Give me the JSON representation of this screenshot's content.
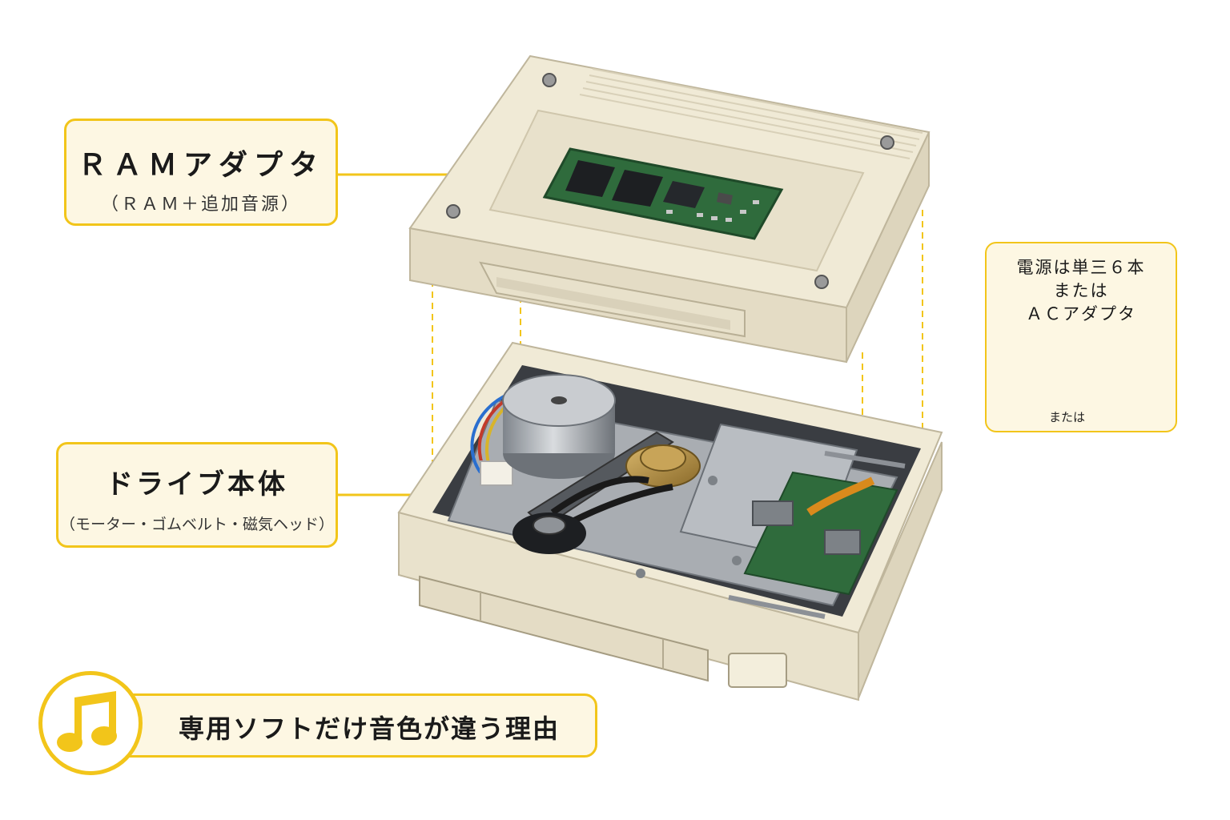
{
  "ram_adapter": {
    "title": "ＲＡＭアダプタ",
    "subtitle": "（ＲＡＭ＋追加音源）"
  },
  "drive_unit": {
    "title": "ドライブ本体",
    "subtitle": "（モーター・ゴムベルト・磁気ヘッド）"
  },
  "power": {
    "line1": "電源は単三６本",
    "line2": "または",
    "line3": "ＡＣアダプタ",
    "or_label": "または",
    "battery_icon": "aa-battery-icon",
    "adapter_icon": "ac-adapter-icon"
  },
  "caption": {
    "text": "専用ソフトだけ音色が違う理由",
    "icon": "music-note-icon"
  },
  "colors": {
    "accent": "#f2c51a",
    "callout_fill": "#fdf7e3",
    "case": "#efe9d4",
    "pcb": "#2f6b3c",
    "metal": "#a9adb2"
  }
}
